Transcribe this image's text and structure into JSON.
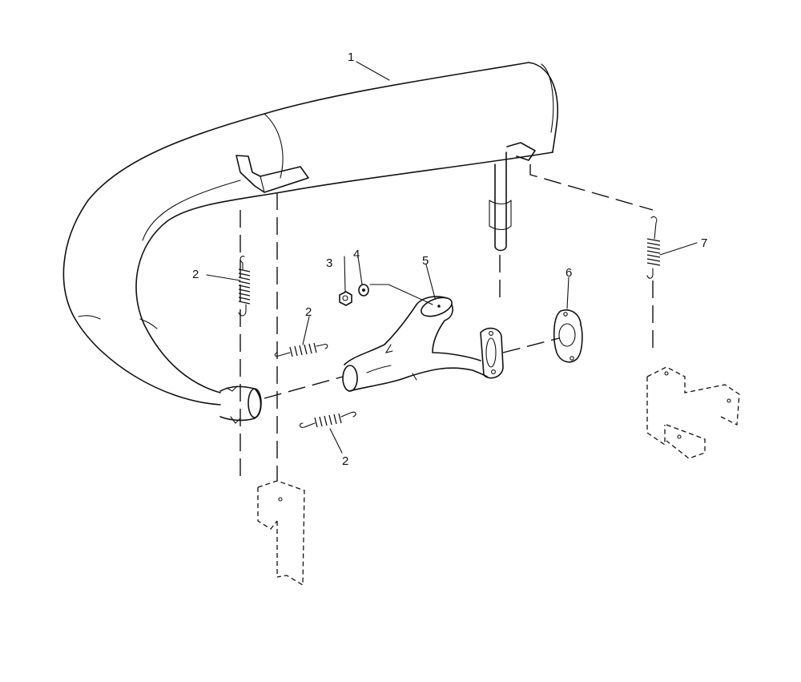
{
  "callouts": {
    "muffler": "1",
    "spring_upper_left": "2",
    "spring_middle": "2",
    "spring_lower": "2",
    "nut": "3",
    "washer": "4",
    "y_pipe": "5",
    "gasket": "6",
    "spring_right": "7"
  }
}
